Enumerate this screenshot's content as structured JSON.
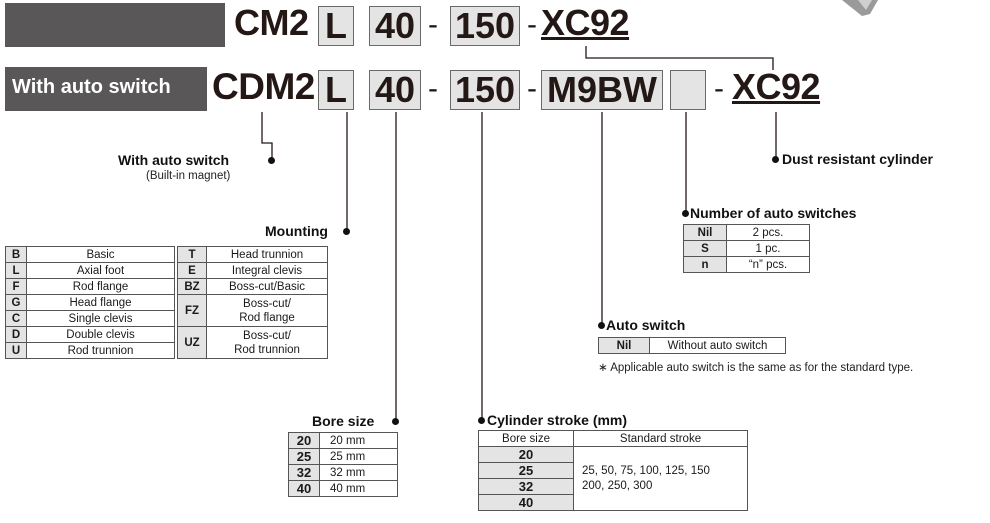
{
  "header": {
    "auto_switch_badge": "With auto switch"
  },
  "codes": {
    "std_series": "CM2",
    "sw_series": "CDM2",
    "mount": "L",
    "bore": "40",
    "stroke": "150",
    "switch": "M9BW",
    "suffix": "XC92",
    "dash": "-"
  },
  "labels": {
    "with_auto_switch": "With auto switch",
    "built_in_magnet": "(Built-in magnet)",
    "dust_resistant": "Dust resistant cylinder",
    "mounting": "Mounting",
    "num_switches": "Number of auto switches",
    "auto_switch": "Auto switch",
    "auto_switch_note": "∗ Applicable auto switch is the same as for the standard type.",
    "bore_size": "Bore size",
    "cylinder_stroke": "Cylinder stroke (mm)"
  },
  "mounting": {
    "left": [
      {
        "code": "B",
        "name": "Basic"
      },
      {
        "code": "L",
        "name": "Axial foot"
      },
      {
        "code": "F",
        "name": "Rod flange"
      },
      {
        "code": "G",
        "name": "Head flange"
      },
      {
        "code": "C",
        "name": "Single clevis"
      },
      {
        "code": "D",
        "name": "Double clevis"
      },
      {
        "code": "U",
        "name": "Rod trunnion"
      }
    ],
    "right": [
      {
        "code": "T",
        "name": "Head trunnion"
      },
      {
        "code": "E",
        "name": "Integral clevis"
      },
      {
        "code": "BZ",
        "name": "Boss-cut/Basic"
      },
      {
        "code": "FZ",
        "name1": "Boss-cut/",
        "name2": "Rod flange"
      },
      {
        "code": "UZ",
        "name1": "Boss-cut/",
        "name2": "Rod trunnion"
      }
    ]
  },
  "num_switches": [
    {
      "code": "Nil",
      "value": "2 pcs."
    },
    {
      "code": "S",
      "value": "1 pc."
    },
    {
      "code": "n",
      "value": "“n” pcs."
    }
  ],
  "auto_switch_table": {
    "code": "Nil",
    "value": "Without auto switch"
  },
  "bore_sizes": [
    {
      "code": "20",
      "value": "20 mm"
    },
    {
      "code": "25",
      "value": "25 mm"
    },
    {
      "code": "32",
      "value": "32 mm"
    },
    {
      "code": "40",
      "value": "40 mm"
    }
  ],
  "stroke_table": {
    "header_bore": "Bore size",
    "header_stroke": "Standard stroke",
    "bores": [
      "20",
      "25",
      "32",
      "40"
    ],
    "stroke_line1": "25, 50, 75, 100, 125, 150",
    "stroke_line2": "200, 250, 300"
  }
}
